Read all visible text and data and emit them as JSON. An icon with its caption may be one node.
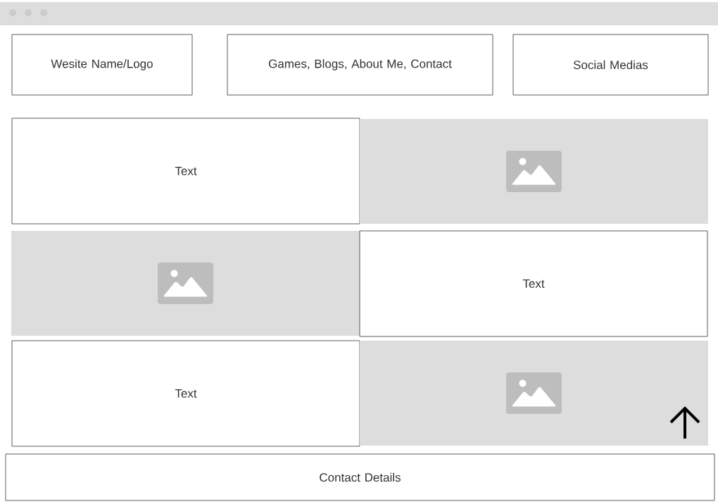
{
  "diagram": {
    "nodes": [
      {
        "text": [
          "Wesite Name/Logo"
        ]
      },
      {
        "text": [
          "Games, Blogs, About Me, Contact"
        ]
      },
      {
        "text": [
          "Social Medias"
        ]
      },
      {
        "text": [
          "Text"
        ]
      },
      {
        "text": [],
        "shape": "picture"
      },
      {
        "text": [],
        "shape": "picture"
      },
      {
        "text": [
          "Text"
        ]
      },
      {
        "text": [
          "Text"
        ]
      },
      {
        "text": [],
        "shape": "picture"
      },
      {
        "text": [
          "Contact Details"
        ]
      }
    ]
  }
}
